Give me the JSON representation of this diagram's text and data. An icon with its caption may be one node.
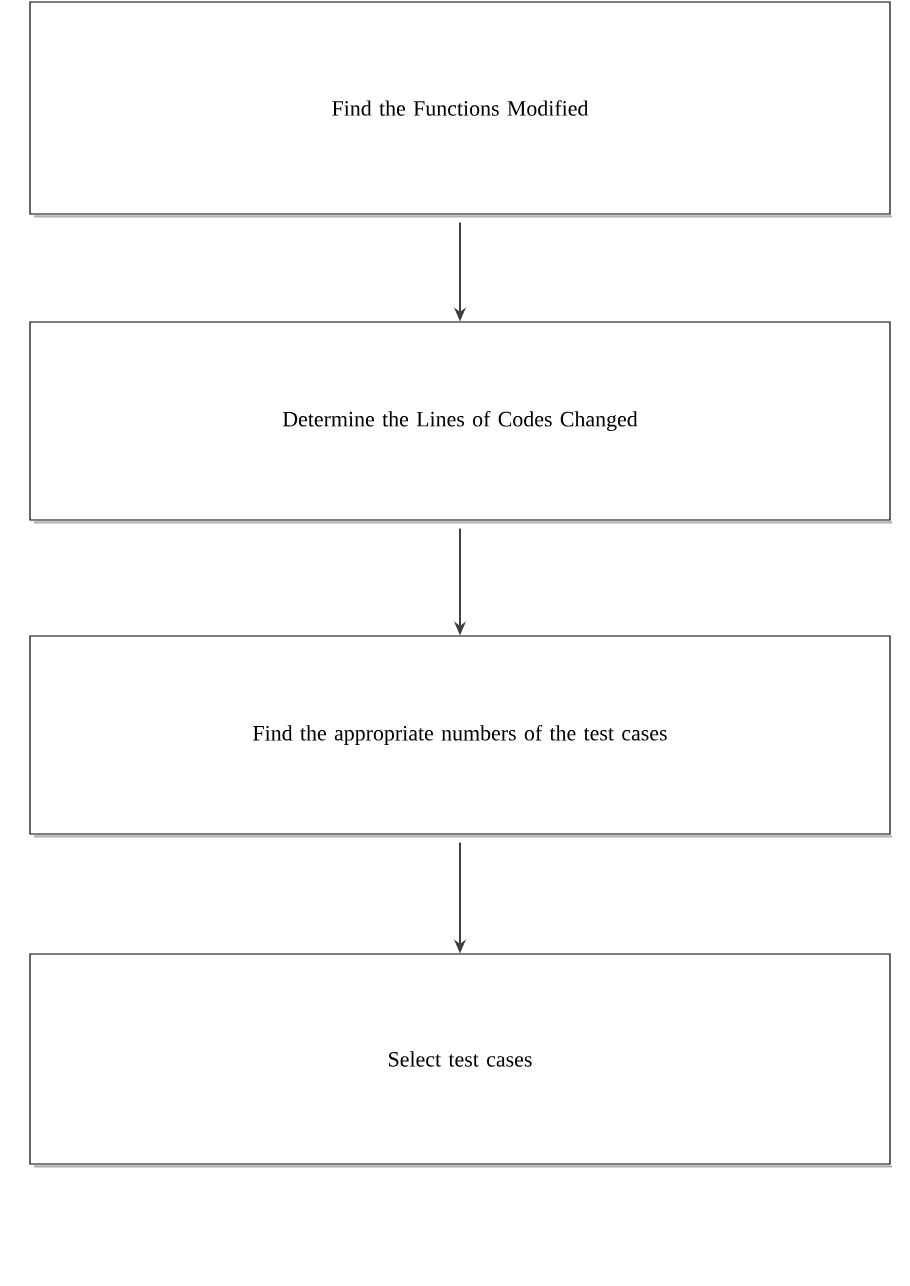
{
  "diagram": {
    "nodes": [
      {
        "text": [
          "Find the Functions Modified"
        ]
      },
      {
        "text": [
          "Determine the Lines of Codes Changed"
        ]
      },
      {
        "text": [
          "Find the appropriate numbers of the test cases"
        ]
      },
      {
        "text": [
          "Select test cases"
        ]
      }
    ],
    "edges": [
      {
        "from": 0,
        "to": 1,
        "arrow": "to"
      },
      {
        "from": 1,
        "to": 2,
        "arrow": "to"
      },
      {
        "from": 2,
        "to": 3,
        "arrow": "to"
      }
    ]
  }
}
